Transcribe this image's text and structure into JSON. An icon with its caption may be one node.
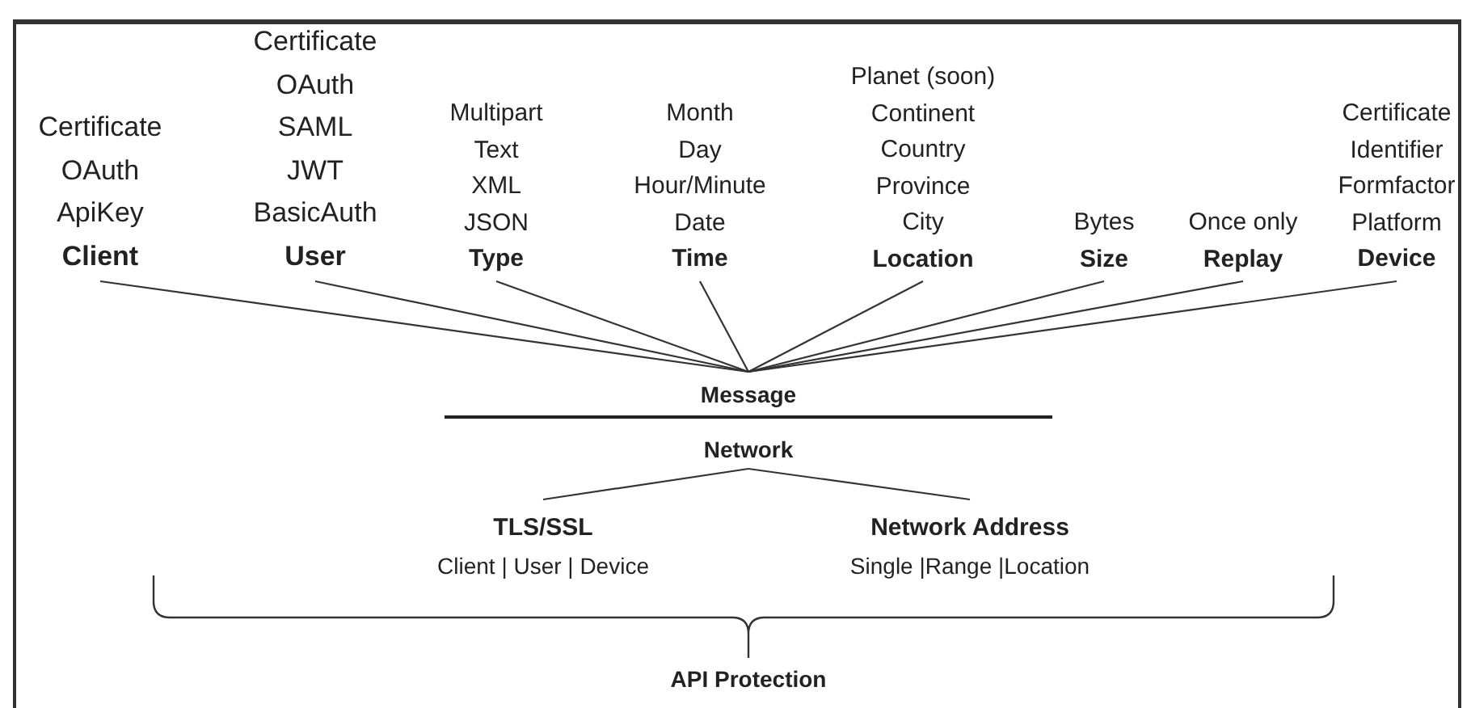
{
  "diagram": {
    "nodes": [
      {
        "text": [
          "Certificate",
          "OAuth",
          "ApiKey",
          "Client"
        ]
      },
      {
        "text": [
          "Certificate",
          "OAuth",
          "SAML",
          "JWT",
          "BasicAuth",
          "User"
        ]
      },
      {
        "text": [
          "Multipart",
          "Text",
          "XML",
          "JSON",
          "Type"
        ]
      },
      {
        "text": [
          "Month",
          "Day",
          "Hour/Minute",
          "Date",
          "Time"
        ]
      },
      {
        "text": [
          "Planet (soon)",
          "Continent",
          "Country",
          "Province",
          "City",
          "Location"
        ]
      },
      {
        "text": [
          "Bytes",
          "Size"
        ]
      },
      {
        "text": [
          "Once only",
          "Replay"
        ]
      },
      {
        "text": [
          "Certificate",
          "Identifier",
          "Formfactor",
          "Platform",
          "Device"
        ]
      },
      {
        "text": [
          "Message"
        ]
      },
      {
        "text": [
          "Network"
        ]
      },
      {
        "text": [
          "TLS/SSL",
          "Client | User | Device"
        ]
      },
      {
        "text": [
          "Network Address",
          "Single |Range |Location"
        ]
      }
    ],
    "edges": [
      {
        "from": 0,
        "to": 8,
        "arrow": "none"
      },
      {
        "from": 1,
        "to": 8,
        "arrow": "none"
      },
      {
        "from": 2,
        "to": 8,
        "arrow": "none"
      },
      {
        "from": 3,
        "to": 8,
        "arrow": "none"
      },
      {
        "from": 4,
        "to": 8,
        "arrow": "none"
      },
      {
        "from": 5,
        "to": 8,
        "arrow": "none"
      },
      {
        "from": 6,
        "to": 8,
        "arrow": "none"
      },
      {
        "from": 7,
        "to": 8,
        "arrow": "none"
      },
      {
        "from": 9,
        "to": 10,
        "arrow": "none"
      },
      {
        "from": 9,
        "to": 11,
        "arrow": "none"
      }
    ],
    "labels": [
      "API Protection"
    ]
  }
}
